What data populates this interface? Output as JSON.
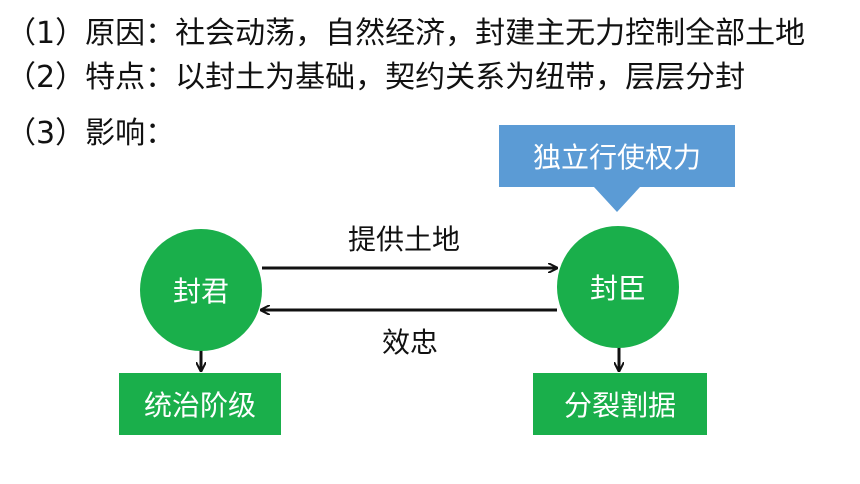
{
  "lines": {
    "cause": "（1）原因：社会动荡，自然经济，封建主无力控制全部土地",
    "feature": "（2）特点：以封土为基础，契约关系为纽带，层层分封",
    "influence": "（3）影响："
  },
  "diagram": {
    "lord": "封君",
    "vassal": "封臣",
    "provide_land": "提供土地",
    "loyalty": "效忠",
    "independent_power": "独立行使权力",
    "ruling_class": "统治阶级",
    "fragmentation": "分裂割据"
  },
  "colors": {
    "node_green": "#1aaf4b",
    "power_blue": "#5b9bd5",
    "arrow": "#111111"
  }
}
